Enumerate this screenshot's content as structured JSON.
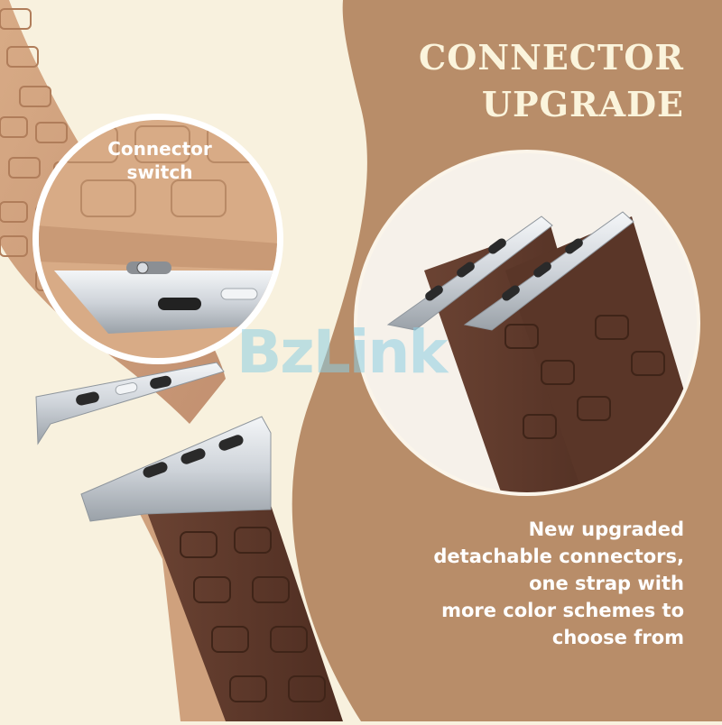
{
  "headline": {
    "line1": "CONNECTOR",
    "line2": "UPGRADE"
  },
  "callout": {
    "line1": "Connector",
    "line2": "switch"
  },
  "description": {
    "lines": [
      "New upgraded",
      "detachable connectors,",
      "one strap with",
      "more color schemes to",
      "choose from"
    ]
  },
  "watermark": "BzLink",
  "colors": {
    "cream_background": "#f8f1de",
    "brown_panel": "#b88d69",
    "tan_strap": "#cfa17d",
    "dark_strap": "#5a3628",
    "connector_silver": "#d9dde2"
  }
}
